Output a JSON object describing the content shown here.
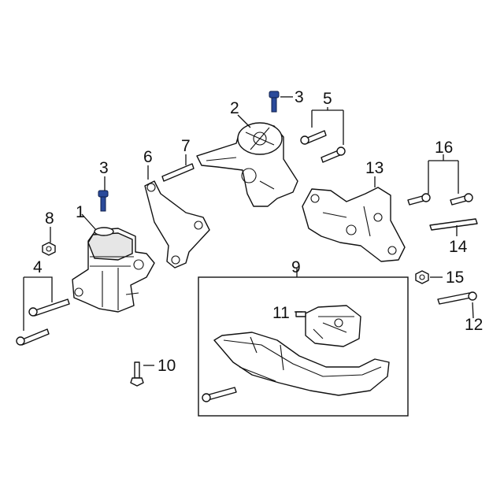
{
  "callouts": {
    "c1": "1",
    "c2": "2",
    "c3a": "3",
    "c3b": "3",
    "c4": "4",
    "c5": "5",
    "c6": "6",
    "c7": "7",
    "c8": "8",
    "c9": "9",
    "c10": "10",
    "c11": "11",
    "c12": "12",
    "c13": "13",
    "c14": "14",
    "c15": "15",
    "c16": "16"
  },
  "colors": {
    "line": "#111111",
    "highlight_bolt": "#2a4a9a",
    "background": "#ffffff"
  }
}
